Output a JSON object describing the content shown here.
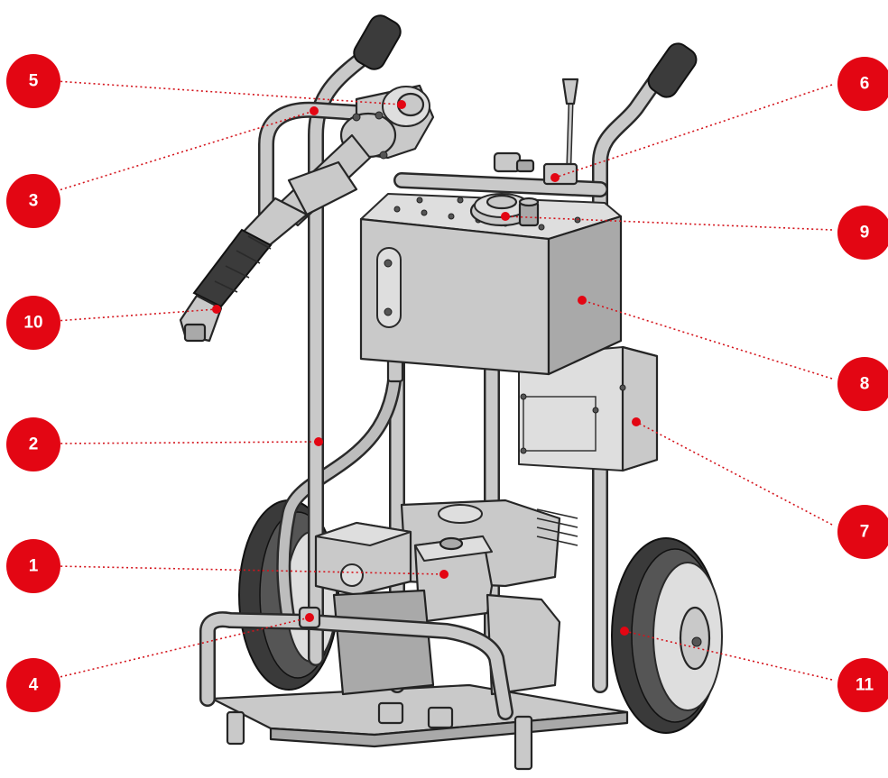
{
  "callouts": [
    {
      "id": "1",
      "label": "1"
    },
    {
      "id": "2",
      "label": "2"
    },
    {
      "id": "3",
      "label": "3"
    },
    {
      "id": "4",
      "label": "4"
    },
    {
      "id": "5",
      "label": "5"
    },
    {
      "id": "6",
      "label": "6"
    },
    {
      "id": "7",
      "label": "7"
    },
    {
      "id": "8",
      "label": "8"
    },
    {
      "id": "9",
      "label": "9"
    },
    {
      "id": "10",
      "label": "10"
    },
    {
      "id": "11",
      "label": "11"
    }
  ],
  "colors": {
    "callout": "#e30613",
    "callout_text": "#ffffff",
    "leader": "#d4141c",
    "metal": "#c9c9c9",
    "outline": "#262626"
  }
}
